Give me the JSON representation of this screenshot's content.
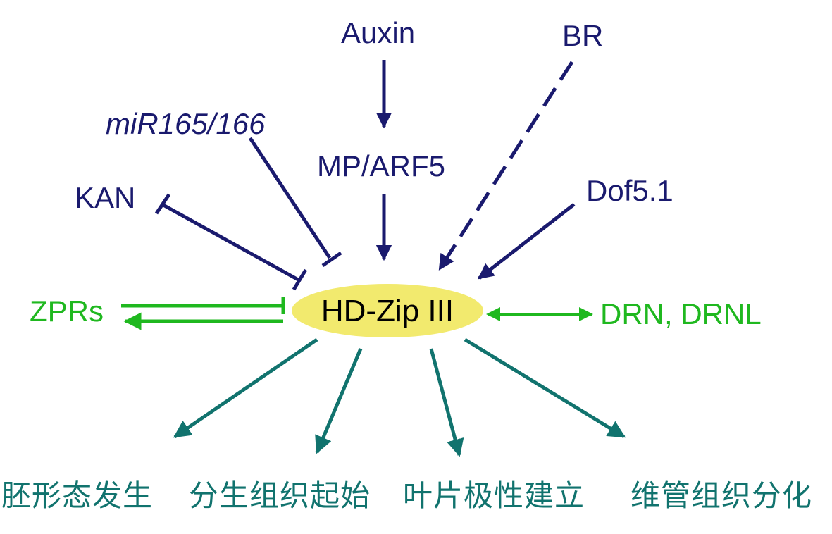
{
  "diagram": {
    "hub": {
      "label": "HD-Zip III",
      "fill": "#f2ea6e"
    },
    "regulators": {
      "auxin": "Auxin",
      "br": "BR",
      "mir": "miR165/166",
      "mp_arf5": "MP/ARF5",
      "kan": "KAN",
      "dof": "Dof5.1"
    },
    "partners": {
      "zprs": "ZPRs",
      "drn": "DRN, DRNL"
    },
    "outputs": {
      "embryogenesis": "胚形态发生",
      "meristem_initiation": "分生组织起始",
      "leaf_polarity": "叶片极性建立",
      "vascular_differentiation": "维管组织分化"
    },
    "colors": {
      "regulator": "#1a1a6e",
      "partner": "#1fb81f",
      "output": "#11736e",
      "hub_text": "#000000"
    }
  }
}
